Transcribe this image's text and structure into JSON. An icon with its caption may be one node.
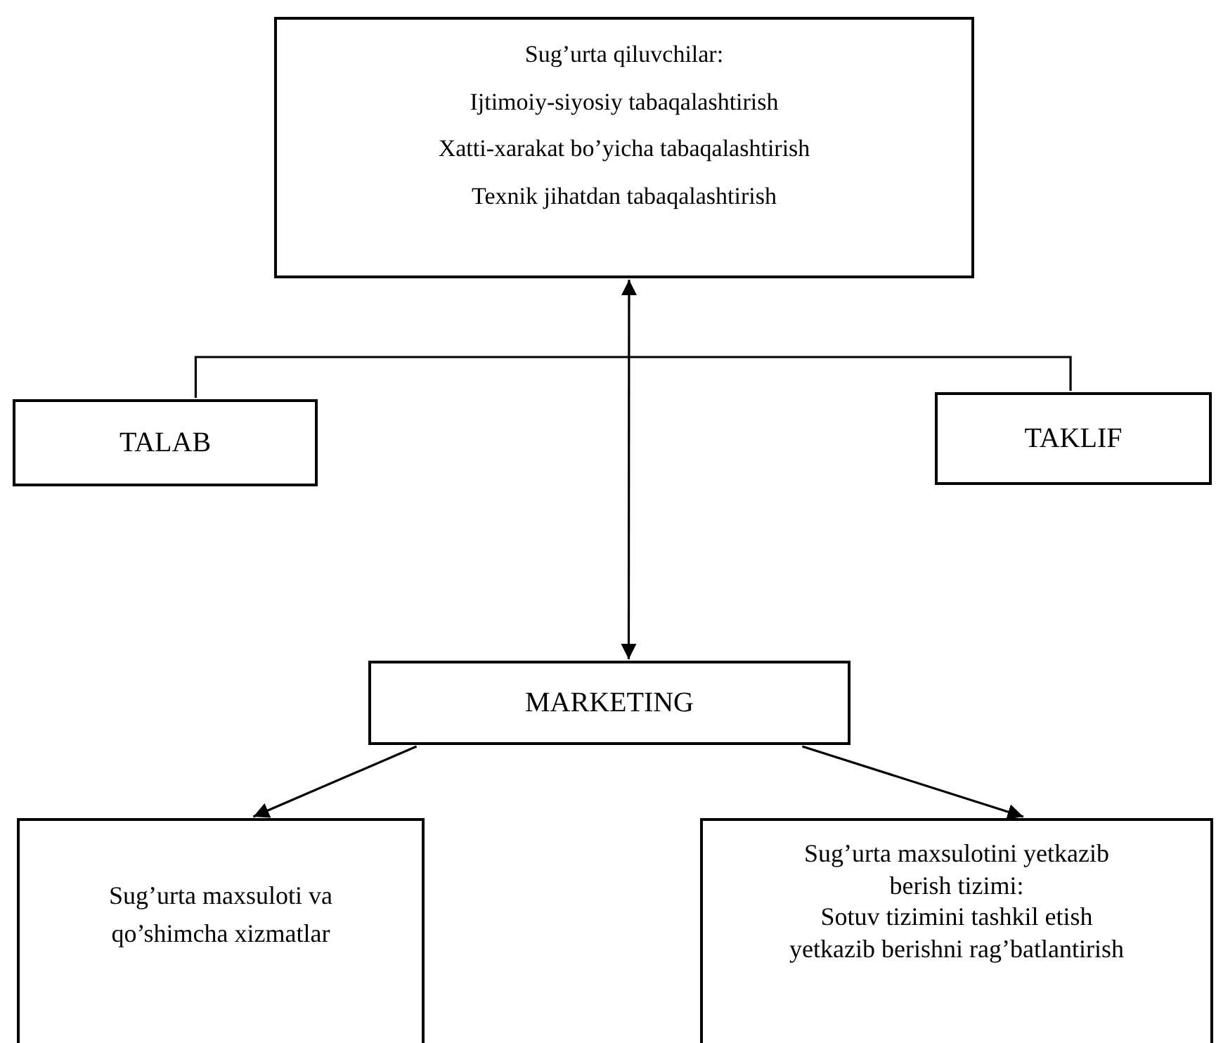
{
  "diagram": {
    "nodes": [
      {
        "text": [
          "Sug’urta qiluvchilar:",
          "Ijtimoiy-siyosiy tabaqalashtirish",
          "Xatti-xarakat bo’yicha tabaqalashtirish",
          "Texnik jihatdan tabaqalashtirish"
        ]
      },
      {
        "text": [
          "TALAB"
        ]
      },
      {
        "text": [
          "TAKLIF"
        ]
      },
      {
        "text": [
          "MARKETING"
        ]
      },
      {
        "text": [
          "Sug’urta maxsuloti va qo’shimcha xizmatlar"
        ]
      },
      {
        "text": [
          "Sug’urta maxsulotini yetkazib berish tizimi:",
          "Sotuv tizimini tashkil etish",
          "yetkazib berishni rag’batlantirish"
        ]
      }
    ],
    "edges": [
      {
        "from": 3,
        "to": 0,
        "arrow": "both"
      },
      {
        "from": 1,
        "to": 2,
        "arrow": "none"
      },
      {
        "from": 3,
        "to": 4,
        "arrow": "to"
      },
      {
        "from": 3,
        "to": 5,
        "arrow": "to"
      }
    ]
  }
}
